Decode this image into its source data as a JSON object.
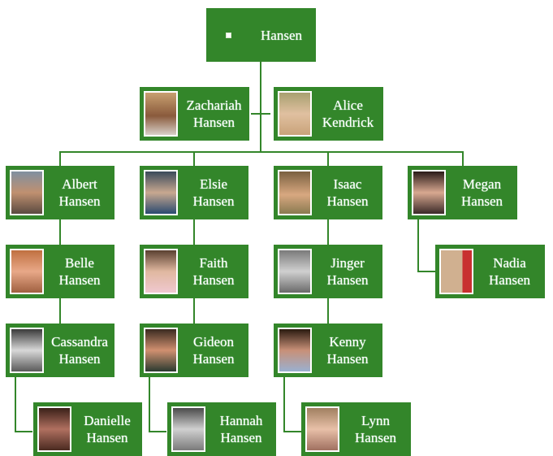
{
  "diagram": {
    "title": "Hansen",
    "colors": {
      "node_fill": "#33862a",
      "text": "#ffffff",
      "connector": "#33862a",
      "photo_frame": "#ffffff"
    },
    "root": {
      "name": "Hansen",
      "icon": "bullet-icon"
    },
    "parents": [
      {
        "first": "Zachariah",
        "last": "Hansen",
        "photo_tone": "#8a5a3c"
      },
      {
        "first": "Alice",
        "last": "Kendrick",
        "photo_tone": "#c9a37a"
      }
    ],
    "children": [
      {
        "first": "Albert",
        "last": "Hansen",
        "photo_tone": "#7a6a58",
        "descendants": [
          {
            "first": "Belle",
            "last": "Hansen",
            "photo_tone": "#d08a5a"
          },
          {
            "first": "Cassandra",
            "last": "Hansen",
            "photo_tone": "#8a8a8a"
          },
          {
            "first": "Danielle",
            "last": "Hansen",
            "photo_tone": "#5a3528"
          }
        ]
      },
      {
        "first": "Elsie",
        "last": "Hansen",
        "photo_tone": "#4a5a6a",
        "descendants": [
          {
            "first": "Faith",
            "last": "Hansen",
            "photo_tone": "#b89078"
          },
          {
            "first": "Gideon",
            "last": "Hansen",
            "photo_tone": "#8a5a3a"
          },
          {
            "first": "Hannah",
            "last": "Hansen",
            "photo_tone": "#8c8c8c"
          }
        ]
      },
      {
        "first": "Isaac",
        "last": "Hansen",
        "photo_tone": "#9a7a50",
        "descendants": [
          {
            "first": "Jinger",
            "last": "Hansen",
            "photo_tone": "#9a9a9a"
          },
          {
            "first": "Kenny",
            "last": "Hansen",
            "photo_tone": "#5a3a28"
          },
          {
            "first": "Lynn",
            "last": "Hansen",
            "photo_tone": "#b89a80"
          }
        ]
      },
      {
        "first": "Megan",
        "last": "Hansen",
        "photo_tone": "#4a3a30",
        "descendants": [
          {
            "first": "Nadia",
            "last": "Hansen",
            "photo_tone": "#d0a890"
          }
        ]
      }
    ]
  }
}
